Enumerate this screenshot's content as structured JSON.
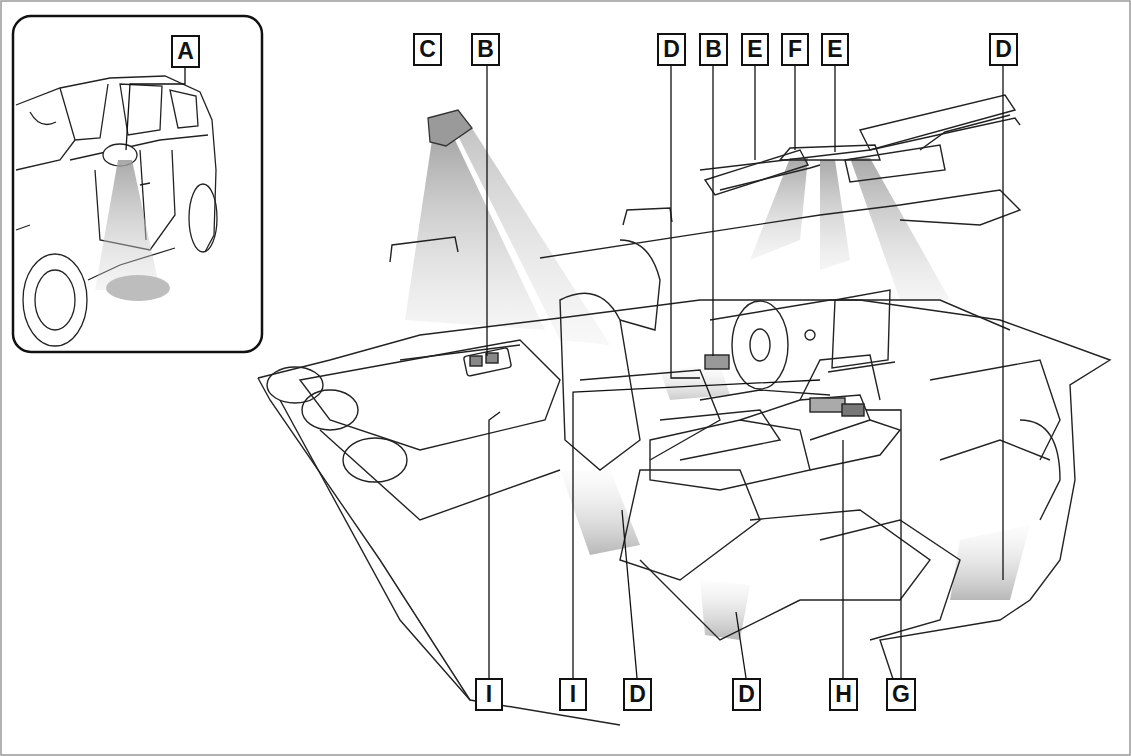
{
  "diagram": {
    "nodes": [
      {
        "text": [
          "A"
        ]
      },
      {
        "text": [
          "C"
        ]
      },
      {
        "text": [
          "B"
        ]
      },
      {
        "text": [
          "D"
        ]
      },
      {
        "text": [
          "B"
        ]
      },
      {
        "text": [
          "E"
        ]
      },
      {
        "text": [
          "F"
        ]
      },
      {
        "text": [
          "E"
        ]
      },
      {
        "text": [
          "D"
        ]
      },
      {
        "text": [
          "I"
        ]
      },
      {
        "text": [
          "I"
        ]
      },
      {
        "text": [
          "D"
        ]
      },
      {
        "text": [
          "D"
        ]
      },
      {
        "text": [
          "H"
        ]
      },
      {
        "text": [
          "G"
        ]
      }
    ]
  }
}
